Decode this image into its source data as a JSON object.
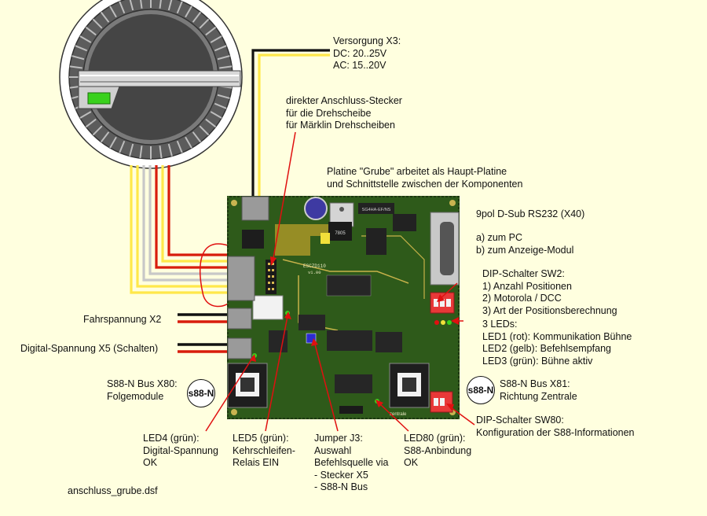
{
  "colors": {
    "background": "#ffffdf",
    "pcb_green": "#2e5a1a",
    "wire_red": "#d81c0c",
    "wire_yellow": "#ffe84a",
    "wire_black": "#111111",
    "wire_grey": "#c8c8c8",
    "callout_red": "#e01010",
    "dip_red": "#e83838",
    "led_green": "#39d11c"
  },
  "labels": {
    "supply": "Versorgung X3:\nDC: 20..25V\nAC: 15..20V",
    "connector_turntable": "direkter Anschluss-Stecker\nfür die Drehscheibe\nfür Märklin Drehscheiben",
    "board_main": "Platine \"Grube\" arbeitet als Haupt-Platine\nund Schnittstelle zwischen der Komponenten",
    "dsub": "9pol D-Sub RS232 (X40)",
    "dsub_uses": "a) zum PC\nb) zum Anzeige-Modul",
    "sw2": "DIP-Schalter SW2:\n1) Anzahl Positionen\n2) Motorola / DCC\n3) Art der Positionsberechnung",
    "leds": "3 LEDs:\nLED1 (rot): Kommunikation Bühne\nLED2 (gelb): Befehlsempfang\nLED3 (grün): Bühne aktiv",
    "x2": "Fahrspannung X2",
    "x5": "Digital-Spannung X5 (Schalten)",
    "x80": "S88-N Bus X80:\nFolgemodule",
    "x81": "S88-N Bus X81:\nRichtung Zentrale",
    "sw80": "DIP-Schalter SW80:\nKonfiguration der S88-Informationen",
    "led4": "LED4 (grün):\nDigital-Spannung\nOK",
    "led5": "LED5 (grün):\nKehrschleifen-\nRelais EIN",
    "j3": "Jumper J3:\nAuswahl\nBefehlsquelle via\n- Stecker X5\n- S88-N Bus",
    "led80": "LED80 (grün):\nS88-Anbindung\nOK",
    "filename": "anschluss_grube.dsf"
  },
  "logos": {
    "s88_left": "s88-N",
    "s88_right": "s88-N"
  },
  "board_silkscreen": {
    "board_id": "ESCZD110",
    "version": "v1.00",
    "chip_a": "7805",
    "chip_b": "SG4HA-EF/NS",
    "rj45_label": "zentrale"
  }
}
